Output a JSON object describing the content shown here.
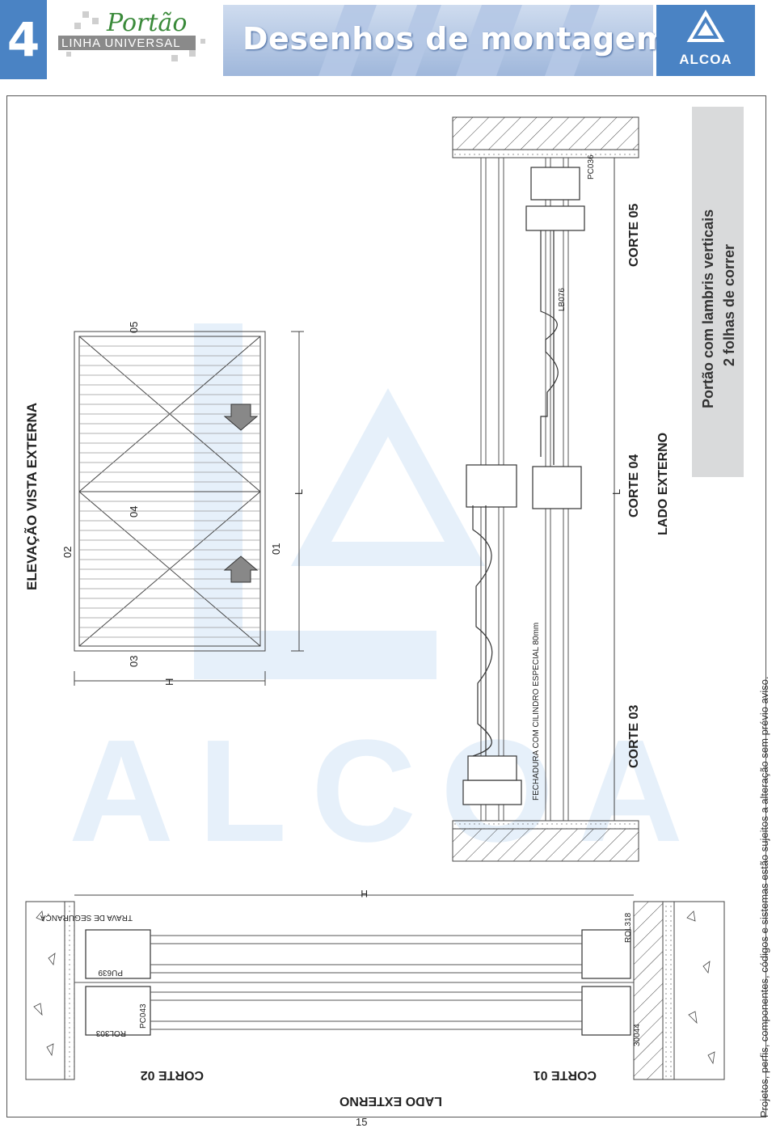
{
  "header": {
    "section_number": "4",
    "brand_script": "Portão",
    "brand_line": "LINHA UNIVERSAL",
    "title": "Desenhos de montagem",
    "alcoa_label": "ALCOA"
  },
  "watermark": {
    "text": "ALCOA"
  },
  "elevation": {
    "heading": "ELEVAÇÃO VISTA EXTERNA",
    "marks": [
      "02",
      "05",
      "04",
      "03",
      "01"
    ],
    "dim_L": "L",
    "dim_H": "H"
  },
  "section_right": {
    "corte_05": "CORTE 05",
    "corte_04": "CORTE 04",
    "corte_03": "CORTE 03",
    "lado_externo": "LADO EXTERNO",
    "dim_L": "L",
    "profile_pc036": "PC036",
    "profile_lb076": "LB076",
    "fechadura": "FECHADURA COM CILINDRO ESPECIAL 80mm"
  },
  "section_bottom": {
    "dim_H": "H",
    "trava": "TRAVA DE SEGURANÇA",
    "pu639": "PU639",
    "pc043": "PC043",
    "rol303": "ROL303",
    "rol318": "ROL318",
    "code_30044": "30044",
    "corte_02": "CORTE 02",
    "corte_01": "CORTE 01",
    "lado_externo": "LADO EXTERNO"
  },
  "sidebar": {
    "line1": "Portão com lambris verticais",
    "line2": "2 folhas de correr"
  },
  "footer": {
    "disclaimer": "Projetos, perfis, componentes, códigos e sistemas estão sujeitos a alteração sem prévio aviso.",
    "page_number": "15"
  },
  "colors": {
    "accent": "#4a83c4",
    "banner_light": "#cfdcef",
    "sidebar_bg": "#d9dadb",
    "watermark": "#e8f1fa"
  }
}
